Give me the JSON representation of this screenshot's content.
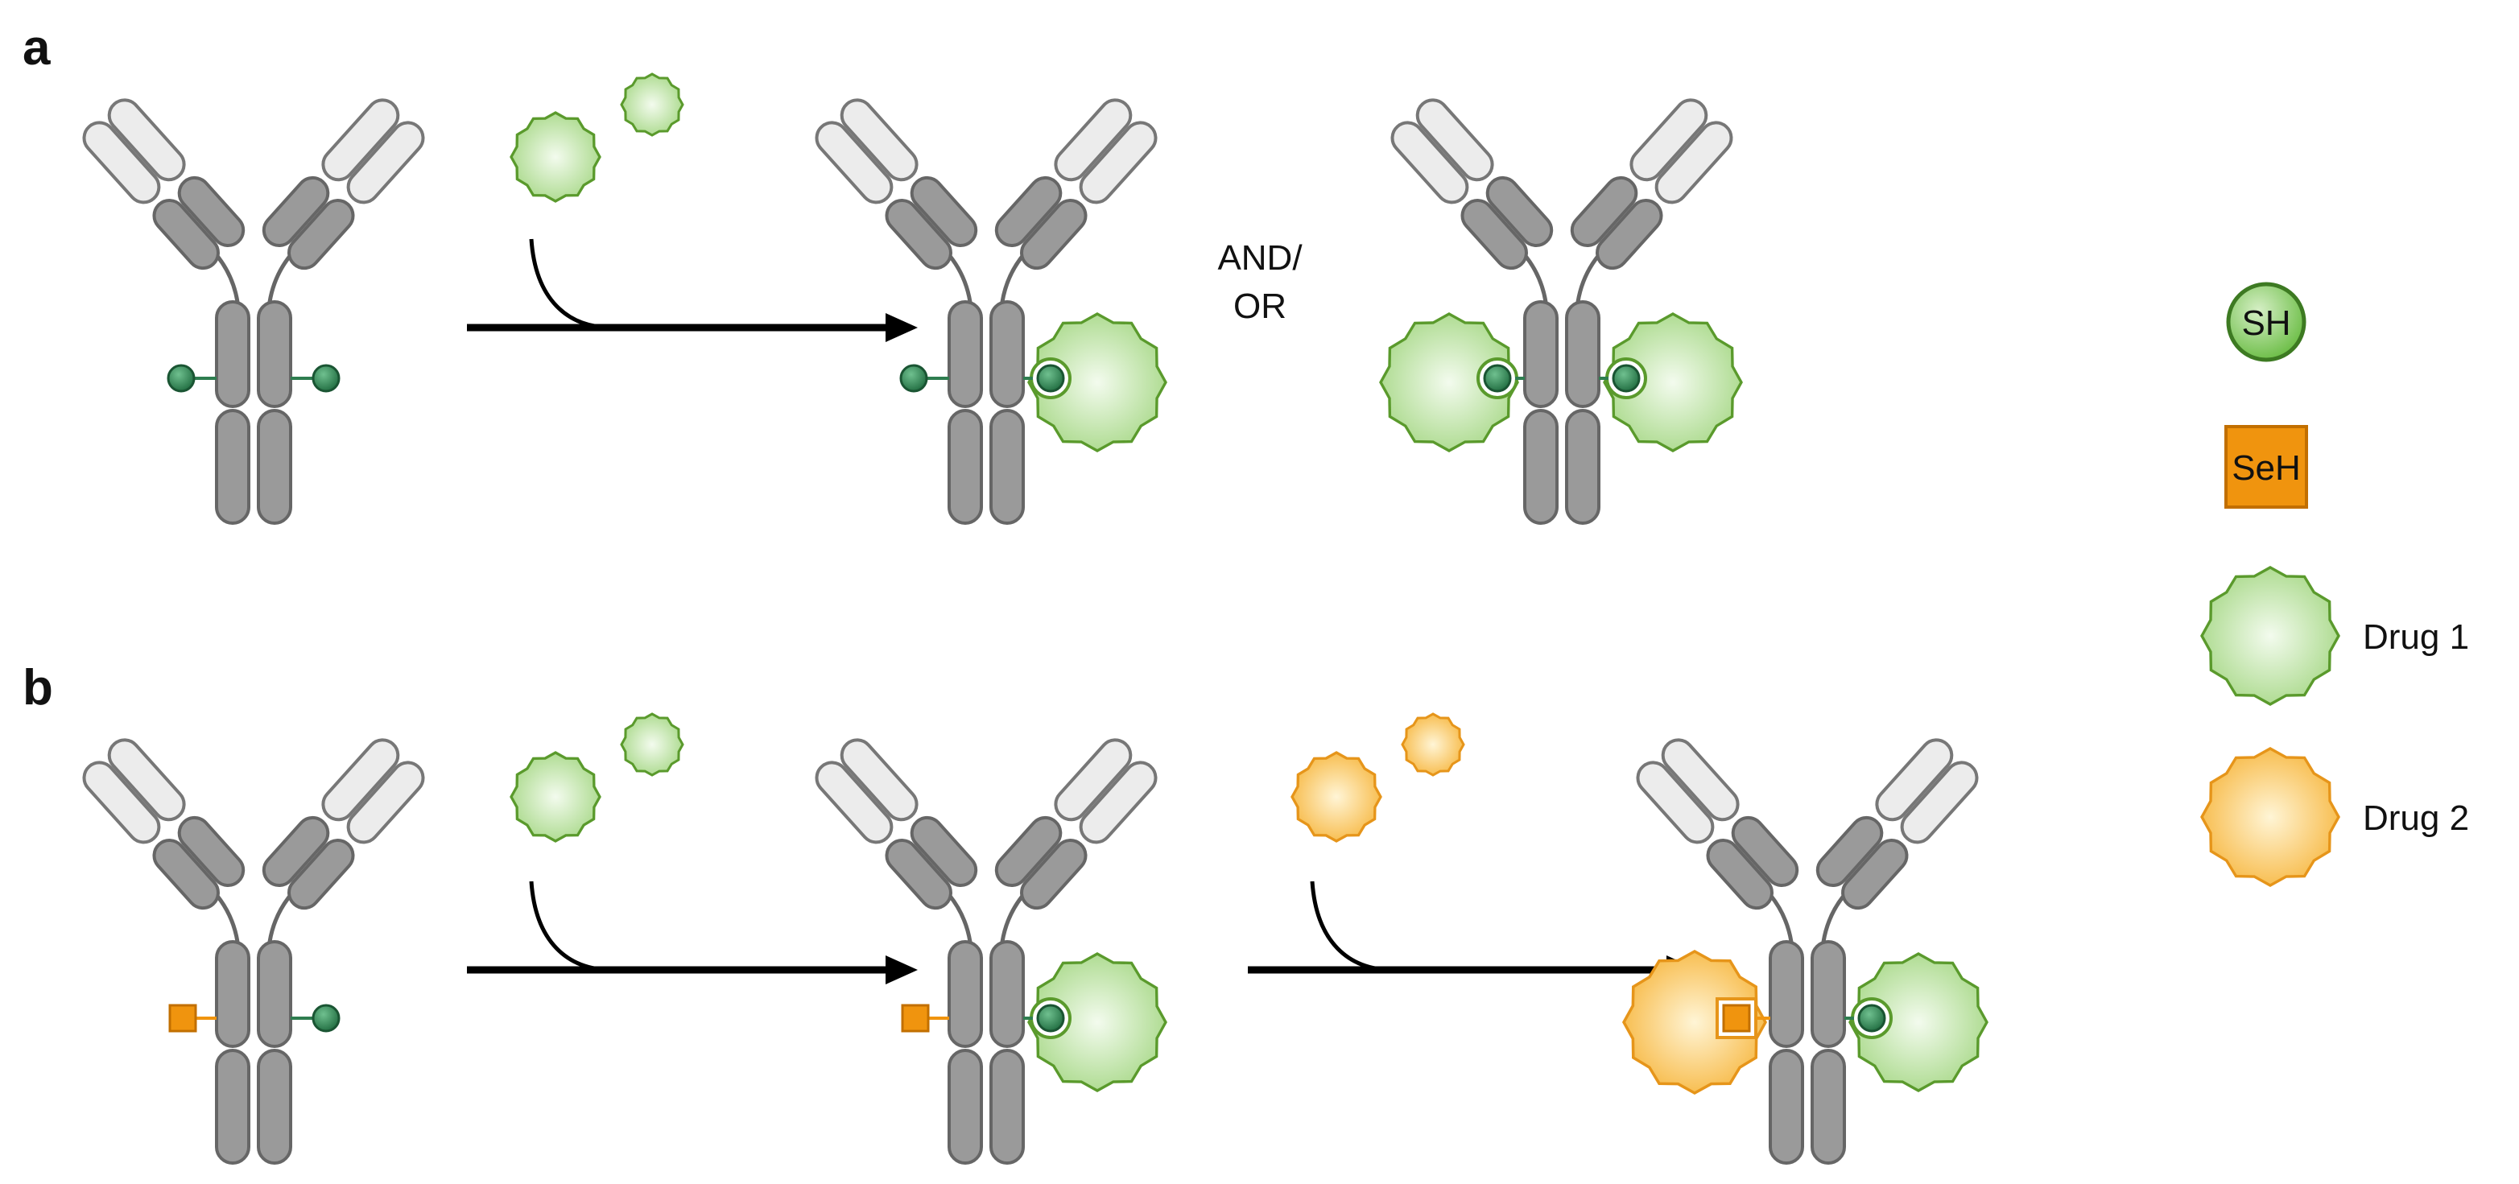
{
  "panels": {
    "a": {
      "label": "a",
      "connector_text_line1": "AND/",
      "connector_text_line2": "OR"
    },
    "b": {
      "label": "b"
    }
  },
  "legend": {
    "sh": "SH",
    "seh": "SeH",
    "drug1": "Drug 1",
    "drug2": "Drug 2"
  },
  "colors": {
    "antibody_heavy": "#8c8c8c",
    "antibody_light": "#e6e6e6",
    "thiol": "#2e7d4f",
    "drug1_fill": "#a9d98a",
    "drug1_stroke": "#5a9a2c",
    "selenol": "#f0940e",
    "drug2_fill": "#f7c35a",
    "drug2_stroke": "#e6951a",
    "arrow": "#000000"
  }
}
